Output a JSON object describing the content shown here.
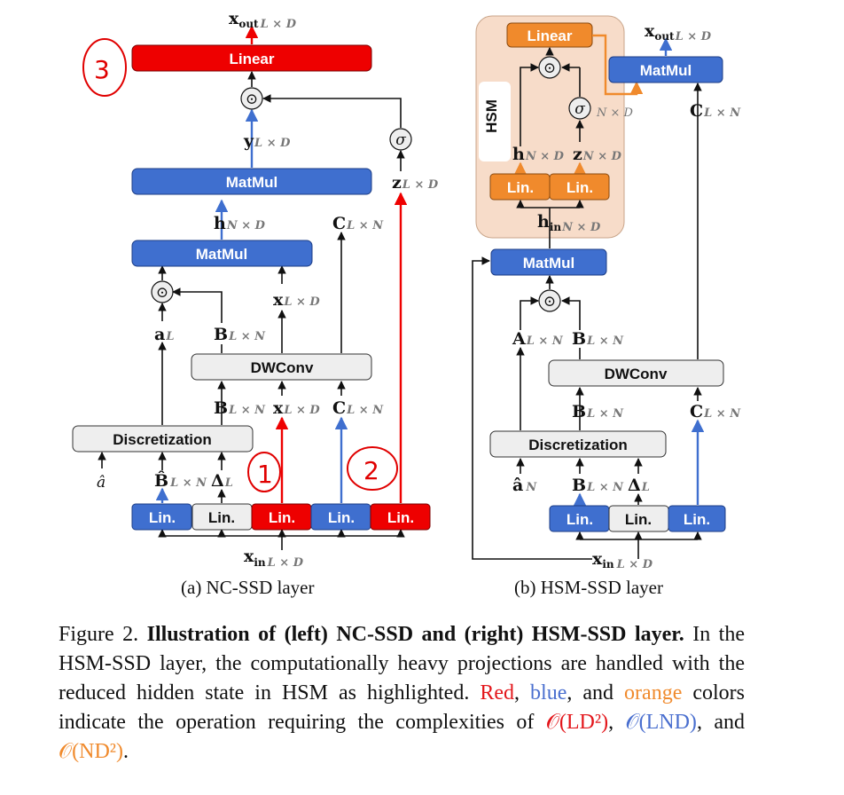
{
  "colors": {
    "red": "#ee0000",
    "blue": "#3f6fcf",
    "orange": "#f08a2c",
    "gray_box": "#eeeeee",
    "hsm_bg": "#f7dcc9",
    "annotation": "#e00000",
    "text": "#111111"
  },
  "panel_a": {
    "linear": "Linear",
    "matmul_top": "MatMul",
    "matmul_bottom": "MatMul",
    "dwconv": "DWConv",
    "discretization": "Discretization",
    "lin_boxes": [
      "Lin.",
      "Lin.",
      "Lin.",
      "Lin.",
      "Lin."
    ],
    "op_dot": "⊙",
    "op_sigma": "σ",
    "var_x_out": "x",
    "sub_x_out": "out",
    "dim_x_out": "L × D",
    "var_y": "y",
    "dim_y": "L × D",
    "var_z": "z",
    "dim_z": "L × D",
    "var_h": "h",
    "dim_h": "N × D",
    "var_C_top": "C",
    "dim_C_top": "L × N",
    "var_x_mid": "x",
    "dim_x_mid": "L × D",
    "var_a": "a",
    "dim_a": "L",
    "var_B_mid": "B",
    "dim_B_mid": "L × N",
    "var_B_in": "B",
    "dim_B_in": "L × N",
    "var_x_in_conv": "x",
    "dim_x_in_conv": "L × D",
    "var_C_in": "C",
    "dim_C_in": "L × N",
    "var_a_hat": "â",
    "var_B_hat": "B̂",
    "dim_B_hat": "L × N",
    "var_delta": "Δ",
    "dim_delta": "L",
    "var_x_in": "x",
    "sub_x_in": "in",
    "dim_x_in": "L × D",
    "annotations": [
      "3",
      "1",
      "2"
    ],
    "caption": "(a) NC-SSD layer"
  },
  "panel_b": {
    "hsm_label": "HSM",
    "linear": "Linear",
    "matmul_top": "MatMul",
    "matmul_main": "MatMul",
    "dwconv": "DWConv",
    "discretization": "Discretization",
    "hsm_lin_boxes": [
      "Lin.",
      "Lin."
    ],
    "lin_boxes": [
      "Lin.",
      "Lin.",
      "Lin."
    ],
    "op_dot": "⊙",
    "op_sigma": "σ",
    "var_x_out": "x",
    "sub_x_out": "out",
    "dim_x_out": "L × D",
    "dim_sigma": "N × D",
    "var_h": "h",
    "dim_h": "N × D",
    "var_z": "z",
    "dim_z": "N × D",
    "var_C_top": "C",
    "dim_C_top": "L × N",
    "var_h_in": "h",
    "sub_h_in": "in",
    "dim_h_in": "N × D",
    "var_A": "A",
    "dim_A": "L × N",
    "var_B_mid": "B",
    "dim_B_mid": "L × N",
    "var_B_in": "B",
    "dim_B_in": "L × N",
    "var_C_in": "C",
    "dim_C_in": "L × N",
    "var_a_hat": "â",
    "dim_a_hat": "N",
    "var_B_low": "B",
    "dim_B_low": "L × N",
    "var_delta": "Δ",
    "dim_delta": "L",
    "var_x_in": "x",
    "sub_x_in": "in",
    "dim_x_in": "L × D",
    "caption": "(b) HSM-SSD layer"
  },
  "figure_caption": {
    "lead": "Figure 2.",
    "title": "Illustration of (left) NC-SSD and (right) HSM-SSD layer.",
    "body": "In the HSM-SSD layer, the computationally heavy projections are handled with the reduced hidden state in HSM as highlighted.",
    "red_word": "Red",
    "sep1": ",",
    "blue_word": "blue",
    "and_word": ", and",
    "orange_word": "orange",
    "colors_text": "colors indicate the operation requiring the complexities of",
    "math_red": "𝒪(LD²)",
    "math_blue": "𝒪(LND)",
    "math_orange": "𝒪(ND²)",
    "end": "."
  }
}
